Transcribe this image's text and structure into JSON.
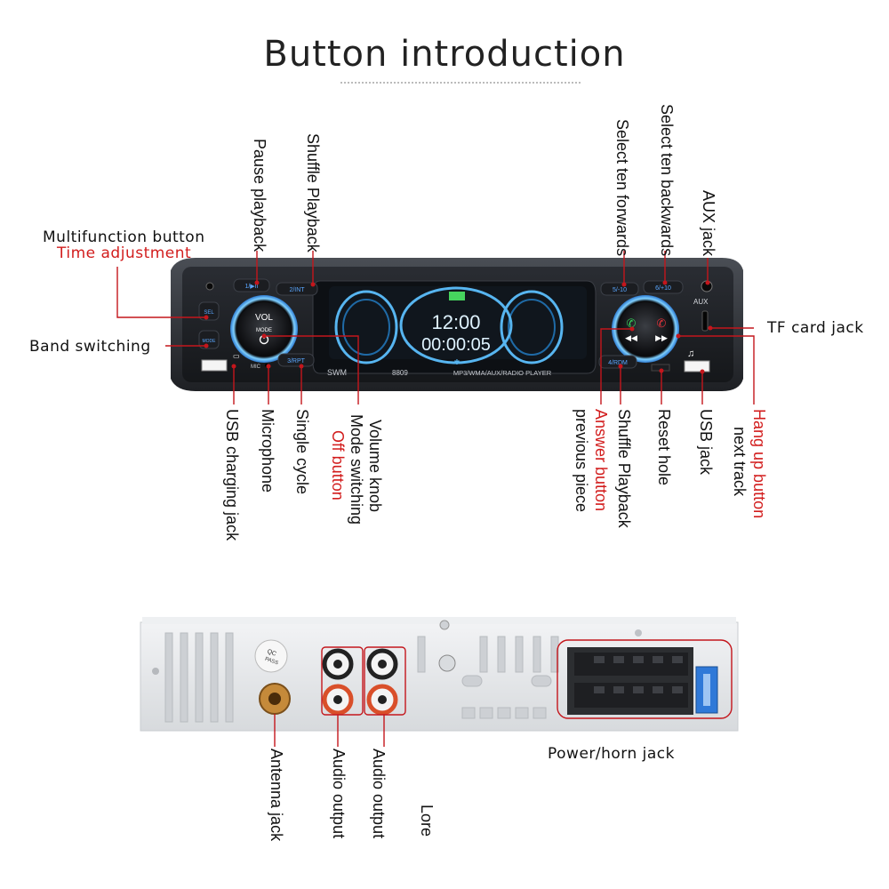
{
  "title": "Button introduction",
  "colors": {
    "label_text": "#111111",
    "highlight_red": "#d21d1d",
    "leader_line": "#c4161c",
    "panel_body": "#2e3136",
    "display_blue": "#57b5f0",
    "chassis_silver": "#e3e5e8"
  },
  "radio_face": {
    "vol_label": "VOL",
    "mode_label": "MODE",
    "aux_label": "AUX",
    "mic_label": "MIC",
    "brand": "SWM",
    "model": "8809",
    "caption": "MP3/WMA/AUX/RADIO PLAYER",
    "clock": "12:00",
    "counter": "00:00:05",
    "buttons": [
      "1/▶II",
      "2/INT",
      "SEL",
      "MODE",
      "3/RPT",
      "5/-10",
      "6/+10",
      "4/RDM"
    ]
  },
  "labels": {
    "multifunction": "Multifunction button",
    "time_adjustment": "Time adjustment",
    "band_switching": "Band switching",
    "pause_playback": "Pause playback",
    "shuffle_playback_top": "Shuffle Playback",
    "select_ten_forwards": "Select ten forwards",
    "select_ten_backwards": "Select ten backwards",
    "aux_jack": "AUX jack",
    "tf_card_jack": "TF card jack",
    "usb_charging_jack": "USB charging jack",
    "microphone": "Microphone",
    "single_cycle": "Single cycle",
    "volume_knob": "Volume knob",
    "mode_switching": "Mode switching",
    "off_button": "Off button",
    "answer_button": "Answer button",
    "previous_piece": "previous piece",
    "shuffle_playback_bottom": "Shuffle Playback",
    "reset_hole": "Reset hole",
    "usb_jack": "USB jack",
    "hang_up_button": "Hang up button",
    "next_track": "next track",
    "antenna_jack": "Antenna jack",
    "audio_output_1": "Audio output",
    "audio_output_2": "Audio output",
    "lore": "Lore",
    "power_horn_jack": "Power/horn jack",
    "qc_pass": [
      "QC",
      "PASS"
    ]
  },
  "icons": [
    "usb-icon",
    "music-note-icon",
    "phone-answer-icon",
    "phone-hangup-icon",
    "previous-track-icon",
    "next-track-icon",
    "power-icon",
    "bluetooth-icon"
  ]
}
